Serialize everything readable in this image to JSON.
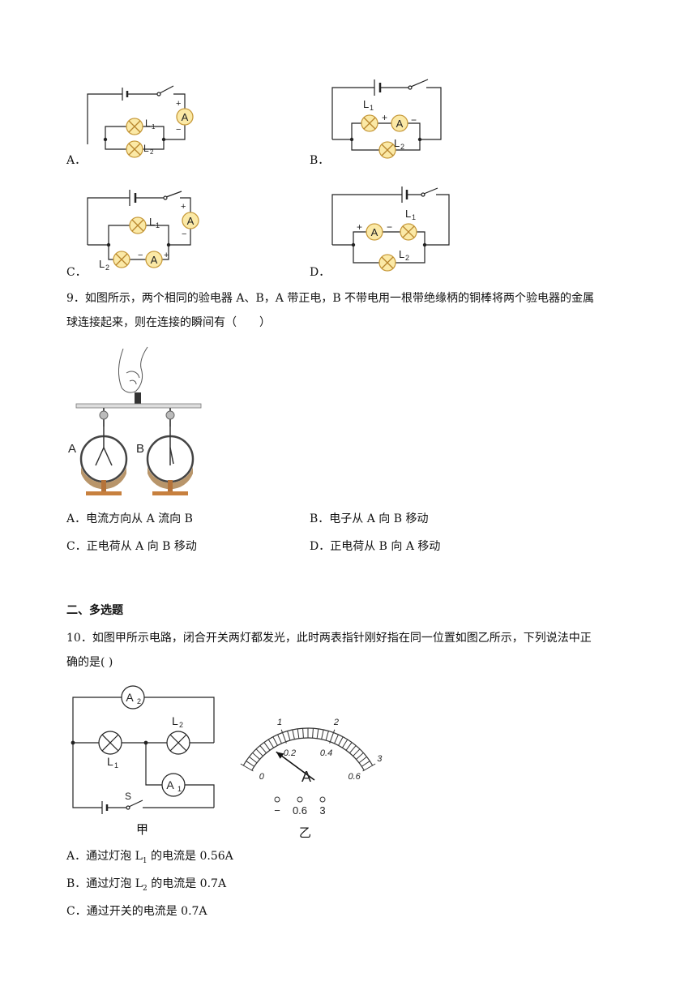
{
  "q8": {
    "options": [
      {
        "letter": "A．",
        "lamps": {
          "l1": "L",
          "l1sub": "1",
          "l2": "L",
          "l2sub": "2"
        },
        "ammeter": {
          "symbol": "A",
          "plus": "+",
          "minus": "−"
        }
      },
      {
        "letter": "B．",
        "lamps": {
          "l1": "L",
          "l1sub": "1",
          "l2": "L",
          "l2sub": "2"
        },
        "ammeter": {
          "symbol": "A",
          "plus": "+",
          "minus": "−"
        }
      },
      {
        "letter": "C．",
        "lamps": {
          "l1": "L",
          "l1sub": "1",
          "l2": "L",
          "l2sub": "2"
        },
        "ammeter": {
          "symbol": "A",
          "plus": "+",
          "minus": "−"
        },
        "ammeter2": {
          "symbol": "A",
          "plus": "+",
          "minus": "−"
        }
      },
      {
        "letter": "D．",
        "lamps": {
          "l1": "L",
          "l1sub": "1",
          "l2": "L",
          "l2sub": "2"
        },
        "ammeter": {
          "symbol": "A",
          "plus": "+",
          "minus": "−"
        }
      }
    ]
  },
  "q9": {
    "stem_line1": "9．如图所示，两个相同的验电器 A、B，A 带正电，B 不带电用一根带绝缘柄的铜棒将两个验电器的金属",
    "stem_line2": "球连接起来，则在连接的瞬间有（　　）",
    "figure": {
      "label_a": "A",
      "label_b": "B"
    },
    "options": [
      {
        "letter": "A．",
        "text": "电流方向从 A 流向 B"
      },
      {
        "letter": "B．",
        "text": "电子从 A 向 B 移动"
      },
      {
        "letter": "C．",
        "text": "正电荷从 A 向 B 移动"
      },
      {
        "letter": "D．",
        "text": "正电荷从 B 向 A 移动"
      }
    ]
  },
  "section2": {
    "title": "二、多选题"
  },
  "q10": {
    "stem_line1": "10．如图甲所示电路，闭合开关两灯都发光，此时两表指针刚好指在同一位置如图乙所示，下列说法中正",
    "stem_line2": "确的是(    )",
    "circuit": {
      "a2": "A",
      "a2sub": "2",
      "a1": "A",
      "a1sub": "1",
      "l1": "L",
      "l1sub": "1",
      "l2": "L",
      "l2sub": "2",
      "switch": "S",
      "caption": "甲"
    },
    "meter": {
      "upper_scale": [
        "1",
        "2",
        "3"
      ],
      "lower_scale": [
        "0",
        "0.2",
        "0.4",
        "0.6"
      ],
      "symbol": "A",
      "terminals": [
        "−",
        "0.6",
        "3"
      ],
      "caption": "乙",
      "needle_reading": 0.14
    },
    "options": [
      {
        "letter": "A．",
        "pre": "通过灯泡 L",
        "sub": "1",
        "post": " 的电流是 0.56A"
      },
      {
        "letter": "B．",
        "pre": "通过灯泡 L",
        "sub": "2",
        "post": " 的电流是 0.7A"
      },
      {
        "letter": "C．",
        "pre": "通过开关的电流是 0.7A",
        "sub": "",
        "post": ""
      }
    ]
  }
}
